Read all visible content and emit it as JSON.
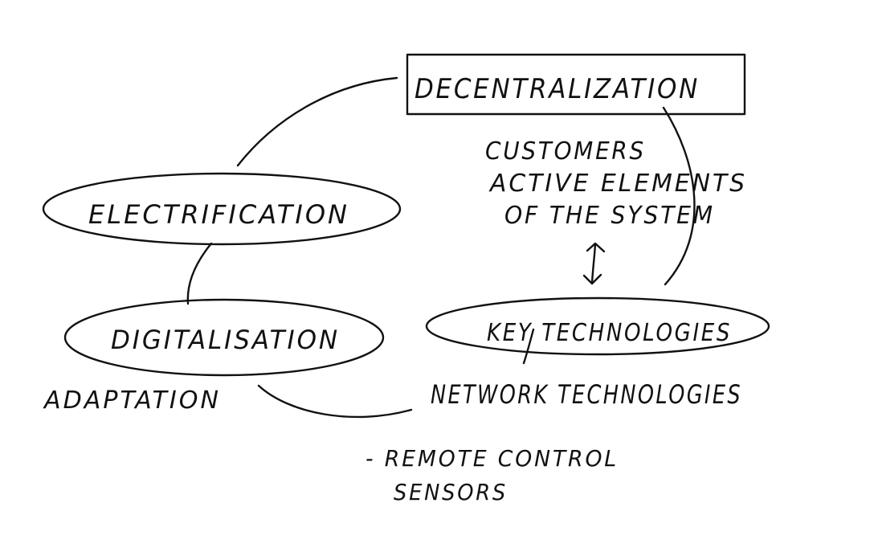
{
  "nodes": {
    "decentralization": "DECENTRALIZATION",
    "electrification": "ELECTRIFICATION",
    "digitalisation": "DIGITALISATION",
    "key_technologies": "KEY TECHNOLOGIES"
  },
  "notes": {
    "customers_line1": "CUSTOMERS",
    "customers_line2": "ACTIVE ELEMENTS",
    "customers_line3": "OF THE SYSTEM",
    "adaptation": "ADAPTATION",
    "network_technologies": "NETWORK TECHNOLOGIES",
    "remote_control": "- REMOTE CONTROL",
    "sensors": "SENSORS"
  },
  "colors": {
    "ink": "#111111",
    "background": "#ffffff"
  }
}
